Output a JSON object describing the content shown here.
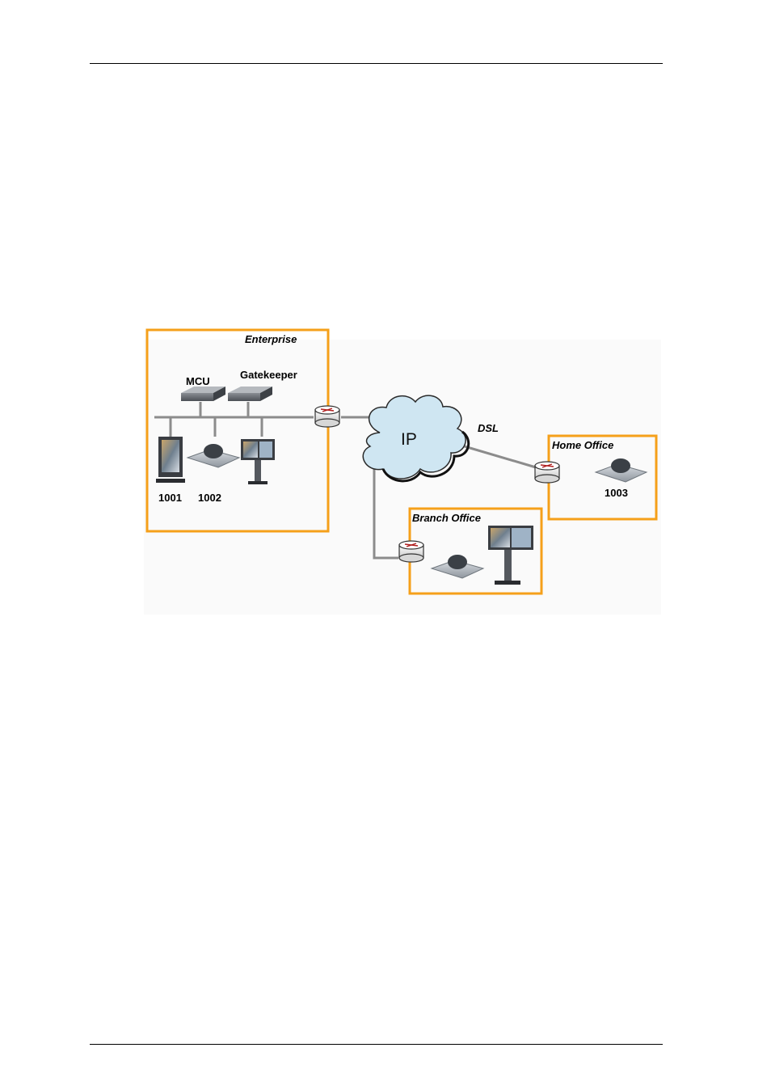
{
  "diagram": {
    "labels": {
      "enterprise": "Enterprise",
      "mcu": "MCU",
      "gatekeeper": "Gatekeeper",
      "ext_1001": "1001",
      "ext_1002": "1002",
      "ip": "IP",
      "dsl": "DSL",
      "home_office": "Home Office",
      "ext_1003": "1003",
      "branch_office": "Branch Office"
    },
    "colors": {
      "box_border": "#f5a01a",
      "link": "#8c8c8c",
      "cloud_fill": "#cfe6f2",
      "cloud_stroke": "#2a2a2a"
    },
    "icons": [
      "router-icon",
      "mcu-server-icon",
      "gatekeeper-server-icon",
      "desktop-video-terminal-icon",
      "conference-phone-icon",
      "video-kiosk-icon",
      "ip-cloud-icon"
    ]
  }
}
